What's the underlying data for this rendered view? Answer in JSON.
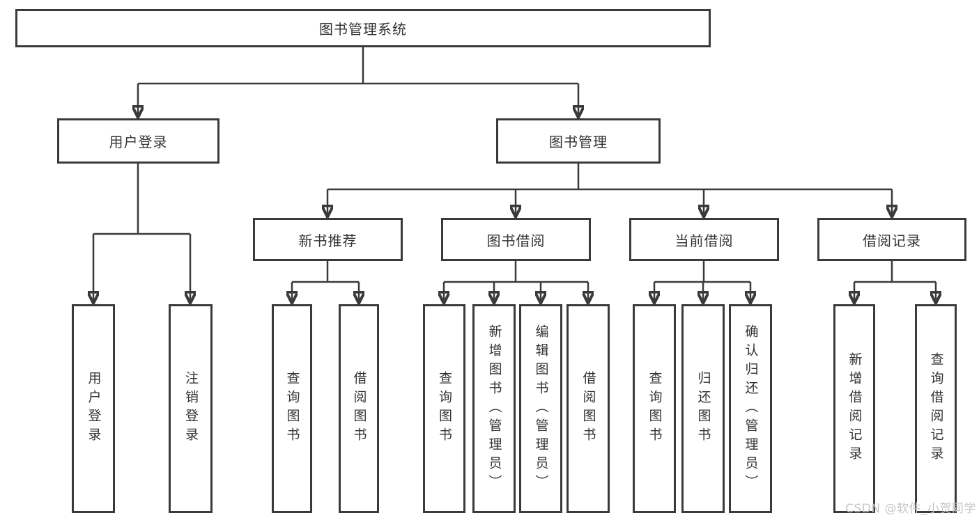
{
  "colors": {
    "line": "#3a3a3a",
    "box_border": "#3a3a3a",
    "text": "#333333",
    "background": "#ffffff",
    "watermark": "#c6c6c6"
  },
  "watermark": {
    "text": "CSDN @软件_小贺同学"
  },
  "tree": {
    "root": {
      "label": "图书管理系统"
    },
    "user_login": {
      "label": "用户登录",
      "children": [
        "用户登录",
        "注销登录"
      ]
    },
    "book_management": {
      "label": "图书管理",
      "groups": [
        {
          "label": "新书推荐",
          "children": [
            "查询图书",
            "借阅图书"
          ]
        },
        {
          "label": "图书借阅",
          "children": [
            "查询图书",
            "新增图书（管理员）",
            "编辑图书（管理员）",
            "借阅图书"
          ]
        },
        {
          "label": "当前借阅",
          "children": [
            "查询图书",
            "归还图书",
            "确认归还（管理员）"
          ]
        },
        {
          "label": "借阅记录",
          "children": [
            "新增借阅记录",
            "查询借阅记录"
          ]
        }
      ]
    }
  }
}
